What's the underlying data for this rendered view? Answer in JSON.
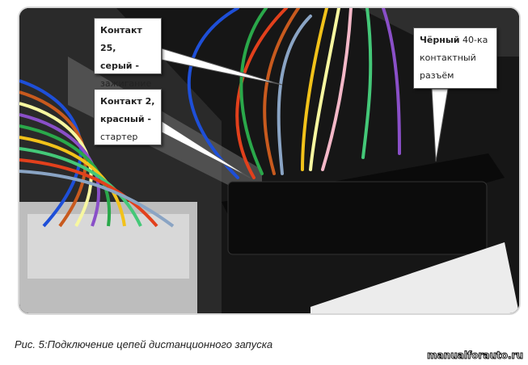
{
  "figure": {
    "callouts": [
      {
        "bold": "Контакт 25,",
        "bold2": "серый -",
        "normal": "зажигание"
      },
      {
        "bold": "Контакт 2,",
        "bold2": "красный -",
        "normal": "стартер"
      },
      {
        "bold": "Чёрный",
        "normal1": " 40-ка",
        "normal2": "контактный",
        "normal3": "разъём"
      }
    ],
    "caption": "Рис. 5:Подключение цепей дистанционного запуска",
    "watermark": "manualforauto.ru",
    "wire_colors": [
      "#1e4fd8",
      "#e2401c",
      "#2aa84a",
      "#c85a1e",
      "#8aa4c4",
      "#f2c21a",
      "#f7f7a0",
      "#f4b8c8",
      "#44c878",
      "#8a4fc8"
    ]
  }
}
